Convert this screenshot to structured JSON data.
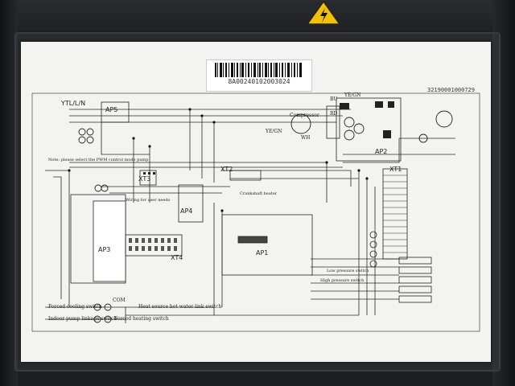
{
  "sticker": {
    "serial": "8A00240102003024"
  },
  "diagram": {
    "part_number": "32190001000729",
    "labels": {
      "supply": "YTL/L/N",
      "ap5": "AP5",
      "ap2": "AP2",
      "ap3": "AP3",
      "ap4": "AP4",
      "ap1": "AP1",
      "xt1": "XT1",
      "xt2": "XT2",
      "xt3": "XT3",
      "xt4": "XT4",
      "compressor": "Compressor",
      "ye_gn_top": "YE/GN",
      "ye_gn_mid": "YE/GN",
      "bu": "BU",
      "rd": "RD",
      "wh": "WH",
      "note": "Note: please select the PWM control mode pump",
      "crankshaft": "Crankshaft heater",
      "wiring_note": "Wiring for user needs",
      "high_pressure": "High pressure switch",
      "low_pressure": "Low pressure switch",
      "forced_cooling": "Forced cooling switch",
      "heat_source": "Heat source hot water link switch",
      "indoor_pump": "Indoor pump linkage switch",
      "forced_heating": "Forced heating switch",
      "com": "COM"
    }
  }
}
